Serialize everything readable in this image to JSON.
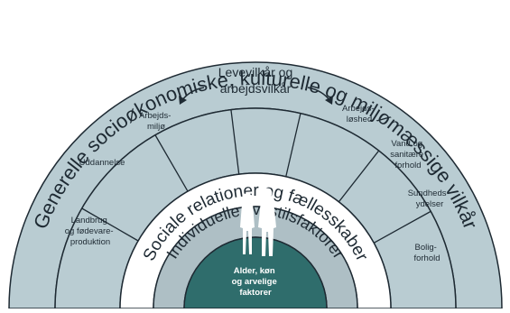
{
  "diagram": {
    "outer_ring": "Generelle socioøkonomiske, kulturelle og miljømæssige vilkår",
    "living_conditions": {
      "line1": "Levevilkår og",
      "line2": "arbejdsvilkår"
    },
    "left_sectors": [
      [
        "Arbejds-",
        "miljø"
      ],
      [
        "Uddannelse"
      ],
      [
        "Landbrug",
        "og fødevare-",
        "produktion"
      ]
    ],
    "right_sectors": [
      [
        "Arbejds-",
        "løshed"
      ],
      [
        "Vand og",
        "sanitære",
        "forhold"
      ],
      [
        "Sundheds-",
        "ydelser"
      ],
      [
        "Bolig-",
        "forhold"
      ]
    ],
    "social_ring": "Sociale relationer og fællesskaber",
    "individual_ring": "Individuelle livsstilsfaktorer",
    "core": [
      "Alder, køn",
      "og arvelige",
      "faktorer"
    ],
    "colors": {
      "sector_fill": "#b9ccd2",
      "social_fill": "#ffffff",
      "individual_fill": "#aebfc5",
      "core_fill": "#2f6d6c",
      "outline": "#1e2a33",
      "core_text": "#ffffff"
    },
    "icon": "two-people-icon"
  }
}
